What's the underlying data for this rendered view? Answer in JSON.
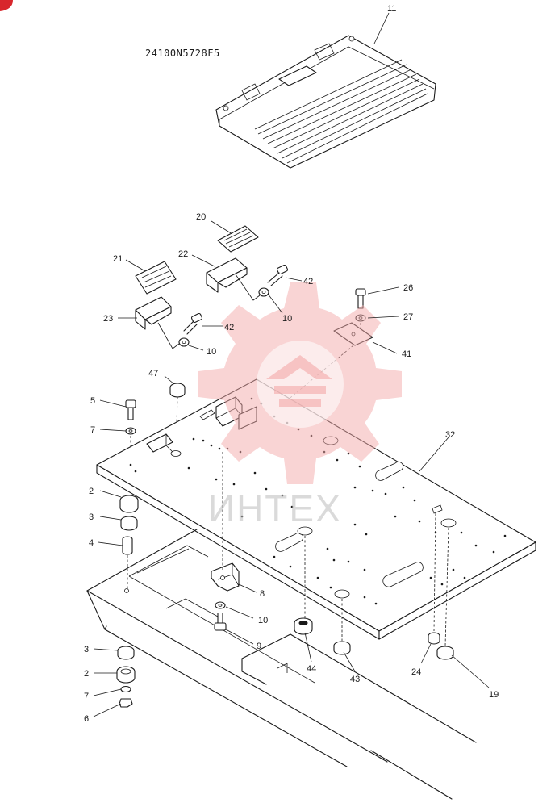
{
  "drawing": {
    "part_code": "24100N5728F5",
    "watermark_text": "ИНТЕХ"
  },
  "callouts": [
    {
      "id": "c11",
      "label": "11"
    },
    {
      "id": "c20",
      "label": "20"
    },
    {
      "id": "c21",
      "label": "21"
    },
    {
      "id": "c22",
      "label": "22"
    },
    {
      "id": "c42a",
      "label": "42"
    },
    {
      "id": "c10a",
      "label": "10"
    },
    {
      "id": "c26",
      "label": "26"
    },
    {
      "id": "c27",
      "label": "27"
    },
    {
      "id": "c23",
      "label": "23"
    },
    {
      "id": "c42b",
      "label": "42"
    },
    {
      "id": "c10b",
      "label": "10"
    },
    {
      "id": "c41",
      "label": "41"
    },
    {
      "id": "c47",
      "label": "47"
    },
    {
      "id": "c5",
      "label": "5"
    },
    {
      "id": "c7a",
      "label": "7"
    },
    {
      "id": "c32",
      "label": "32"
    },
    {
      "id": "c2a",
      "label": "2"
    },
    {
      "id": "c3a",
      "label": "3"
    },
    {
      "id": "c4",
      "label": "4"
    },
    {
      "id": "c8",
      "label": "8"
    },
    {
      "id": "c10c",
      "label": "10"
    },
    {
      "id": "c9",
      "label": "9"
    },
    {
      "id": "c3b",
      "label": "3"
    },
    {
      "id": "c2b",
      "label": "2"
    },
    {
      "id": "c7b",
      "label": "7"
    },
    {
      "id": "c6",
      "label": "6"
    },
    {
      "id": "c44",
      "label": "44"
    },
    {
      "id": "c43",
      "label": "43"
    },
    {
      "id": "c24",
      "label": "24"
    },
    {
      "id": "c19",
      "label": "19"
    }
  ]
}
